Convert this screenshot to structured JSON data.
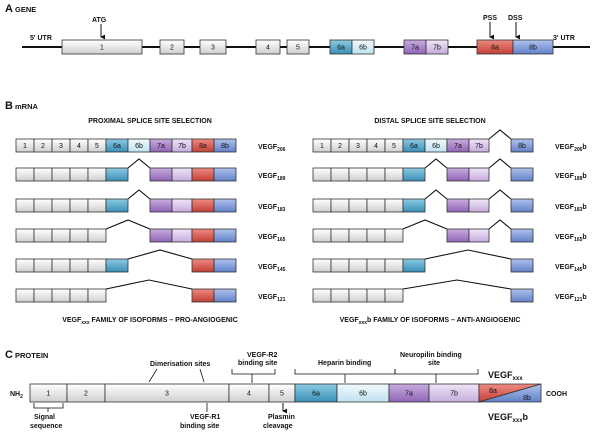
{
  "sectionA": {
    "letter": "A",
    "title": "GENE",
    "utr5": "5' UTR",
    "utr3": "3' UTR",
    "atg": "ATG",
    "pss": "PSS",
    "dss": "DSS",
    "exons": [
      "1",
      "2",
      "3",
      "4",
      "5",
      "6a",
      "6b",
      "7a",
      "7b",
      "8a",
      "8b"
    ]
  },
  "sectionB": {
    "letter": "B",
    "title": "mRNA",
    "proximal_heading": "PROXIMAL SPLICE SITE SELECTION",
    "distal_heading": "DISTAL SPLICE SITE SELECTION",
    "pro_family": {
      "pre": "VEGF",
      "sub": "xxx",
      "post": " FAMILY OF ISOFORMS – PRO-ANGIOGENIC"
    },
    "anti_family": {
      "pre": "VEGF",
      "sub": "xxx",
      "post": "b FAMILY OF ISOFORMS – ANTI-ANGIOGENIC"
    },
    "proximal_isoforms": [
      {
        "pre": "VEGF",
        "sub": "206",
        "post": ""
      },
      {
        "pre": "VEGF",
        "sub": "189",
        "post": ""
      },
      {
        "pre": "VEGF",
        "sub": "183",
        "post": ""
      },
      {
        "pre": "VEGF",
        "sub": "165",
        "post": ""
      },
      {
        "pre": "VEGF",
        "sub": "145",
        "post": ""
      },
      {
        "pre": "VEGF",
        "sub": "121",
        "post": ""
      }
    ],
    "distal_isoforms": [
      {
        "pre": "VEGF",
        "sub": "206",
        "post": "b"
      },
      {
        "pre": "VEGF",
        "sub": "189",
        "post": "b"
      },
      {
        "pre": "VEGF",
        "sub": "183",
        "post": "b"
      },
      {
        "pre": "VEGF",
        "sub": "165",
        "post": "b"
      },
      {
        "pre": "VEGF",
        "sub": "145",
        "post": "b"
      },
      {
        "pre": "VEGF",
        "sub": "121",
        "post": "b"
      }
    ]
  },
  "sectionC": {
    "letter": "C",
    "title": "PROTEIN",
    "nh2": "NH",
    "nh2_sub": "2",
    "cooh": "COOH",
    "domains": [
      "1",
      "2",
      "3",
      "4",
      "5",
      "6a",
      "6b",
      "7a",
      "7b",
      "8a",
      "8b"
    ],
    "dimerisation": "Dimerisation sites",
    "vegfr2_line1": "VEGF-R2",
    "vegfr2_line2": "binding site",
    "heparin": "Heparin binding",
    "neuropilin_line1": "Neuropilin binding",
    "neuropilin_line2": "site",
    "signal_line1": "Signal",
    "signal_line2": "sequence",
    "vegfr1_line1": "VEGF-R1",
    "vegfr1_line2": "binding site",
    "plasmin_line1": "Plasmin",
    "plasmin_line2": "cleavage",
    "vegfxxx": {
      "pre": "VEGF",
      "sub": "xxx",
      "post": ""
    },
    "vegfxxxb": {
      "pre": "VEGF",
      "sub": "xxx",
      "post": "b"
    }
  },
  "colors": {
    "grey": "#e6e6e6",
    "blue6a": "#4aa3c8",
    "light6b": "#d3ecf6",
    "purple7a": "#a77fc8",
    "lilac7b": "#d6c3e6",
    "red8a": "#d9544a",
    "blue8b": "#7c98d6"
  }
}
